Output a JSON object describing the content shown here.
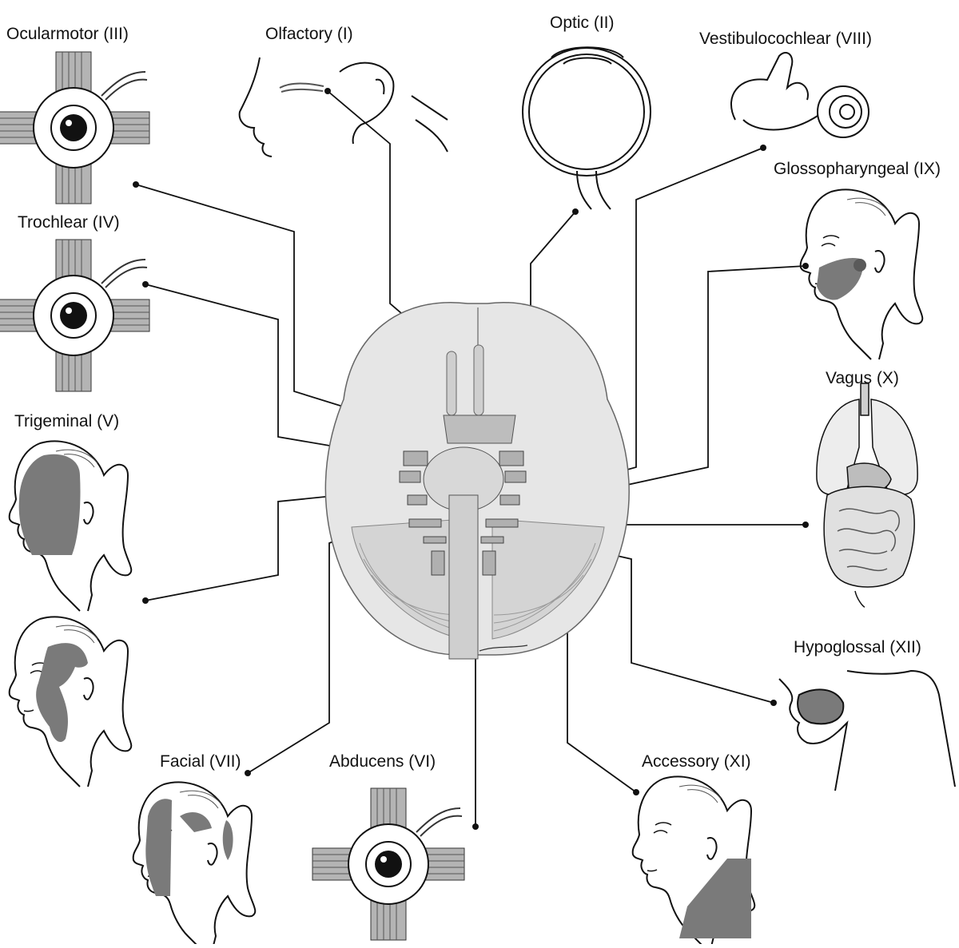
{
  "labels": {
    "oculomotor": "Ocularmotor (III)",
    "olfactory": "Olfactory (I)",
    "optic": "Optic (II)",
    "vestibulocochlear": "Vestibulocochlear (VIII)",
    "glossopharyngeal": "Glossopharyngeal (IX)",
    "trochlear": "Trochlear (IV)",
    "vagus": "Vagus (X)",
    "trigeminal": "Trigeminal (V)",
    "hypoglossal": "Hypoglossal (XII)",
    "facial": "Facial (VII)",
    "abducens": "Abducens (VI)",
    "accessory": "Accessory (XI)"
  },
  "colors": {
    "ink": "#111111",
    "brain": "#e6e6e6",
    "brain_dark": "#cfcfcf",
    "shade": "#7a7a7a",
    "muscle": "#6e6e6e"
  }
}
